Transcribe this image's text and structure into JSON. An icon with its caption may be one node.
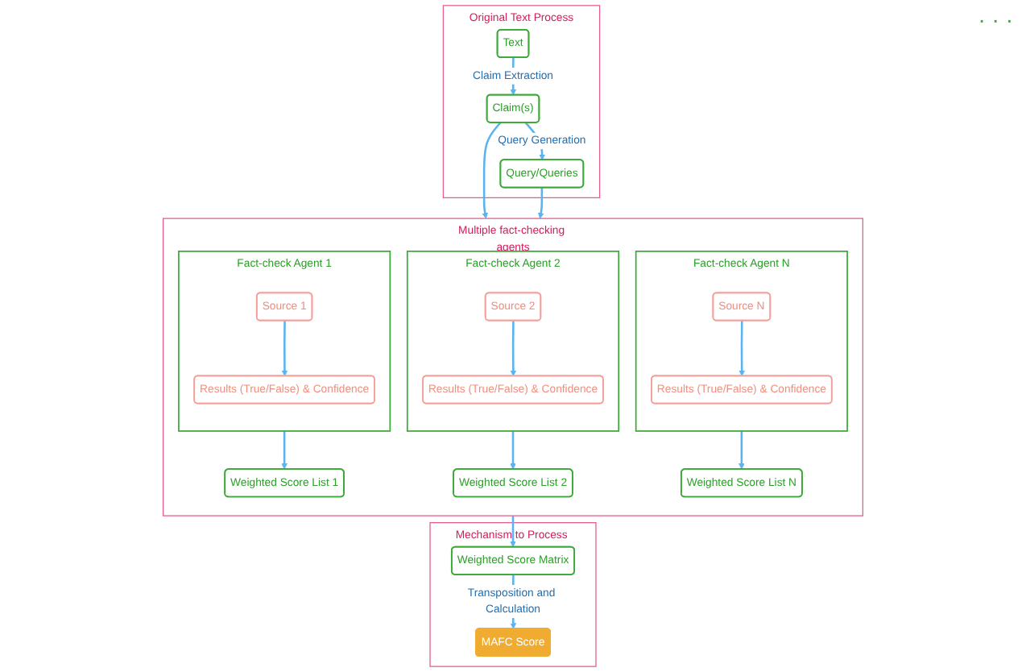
{
  "diagram": {
    "nodes": [
      {
        "text": [
          "Original Text Process"
        ]
      },
      {
        "text": [
          "Text"
        ],
        "in": 0
      },
      {
        "text": [
          "Claim(s)"
        ],
        "in": 0
      },
      {
        "text": [
          "Query/Queries"
        ],
        "in": 0
      },
      {
        "text": [
          "Multiple fact-checking agents"
        ]
      },
      {
        "text": [
          "Fact-check Agent 1"
        ],
        "in": 4
      },
      {
        "text": [
          "Source 1"
        ],
        "in": 5
      },
      {
        "text": [
          "Results (True/False) & Confidence"
        ],
        "in": 5
      },
      {
        "text": [
          "Weighted Score List 1"
        ],
        "in": 4
      },
      {
        "text": [
          "Fact-check Agent 2"
        ],
        "in": 4
      },
      {
        "text": [
          "Source 2"
        ],
        "in": 9
      },
      {
        "text": [
          "Results (True/False) & Confidence"
        ],
        "in": 9
      },
      {
        "text": [
          "Weighted Score List 2"
        ],
        "in": 4
      },
      {
        "text": [
          "Fact-check Agent N"
        ],
        "in": 4
      },
      {
        "text": [
          "Source N"
        ],
        "in": 13
      },
      {
        "text": [
          "Results (True/False) & Confidence"
        ],
        "in": 13
      },
      {
        "text": [
          "Weighted Score List N"
        ],
        "in": 4
      },
      {
        "text": [
          "Mechanism to Process Results"
        ]
      },
      {
        "text": [
          "Weighted Score Matrix"
        ],
        "in": 17
      },
      {
        "text": [
          "MAFC Score"
        ],
        "in": 17
      }
    ],
    "edges": [
      {
        "from": 1,
        "to": 2,
        "arrow": "to",
        "label": "Claim Extraction"
      },
      {
        "from": 2,
        "to": 3,
        "arrow": "to",
        "label": "Query Generation"
      },
      {
        "from": 2,
        "to": 4,
        "arrow": "to"
      },
      {
        "from": 3,
        "to": 4,
        "arrow": "to"
      },
      {
        "from": 6,
        "to": 7,
        "arrow": "to"
      },
      {
        "from": 5,
        "to": 8,
        "arrow": "to"
      },
      {
        "from": 10,
        "to": 11,
        "arrow": "to"
      },
      {
        "from": 9,
        "to": 12,
        "arrow": "to"
      },
      {
        "from": 14,
        "to": 15,
        "arrow": "to"
      },
      {
        "from": 13,
        "to": 16,
        "arrow": "to"
      },
      {
        "from": 4,
        "to": 18,
        "arrow": "to"
      },
      {
        "from": 18,
        "to": 19,
        "arrow": "to",
        "label": "Transposition and Calculation"
      }
    ],
    "labels": [
      "· · ·"
    ]
  }
}
